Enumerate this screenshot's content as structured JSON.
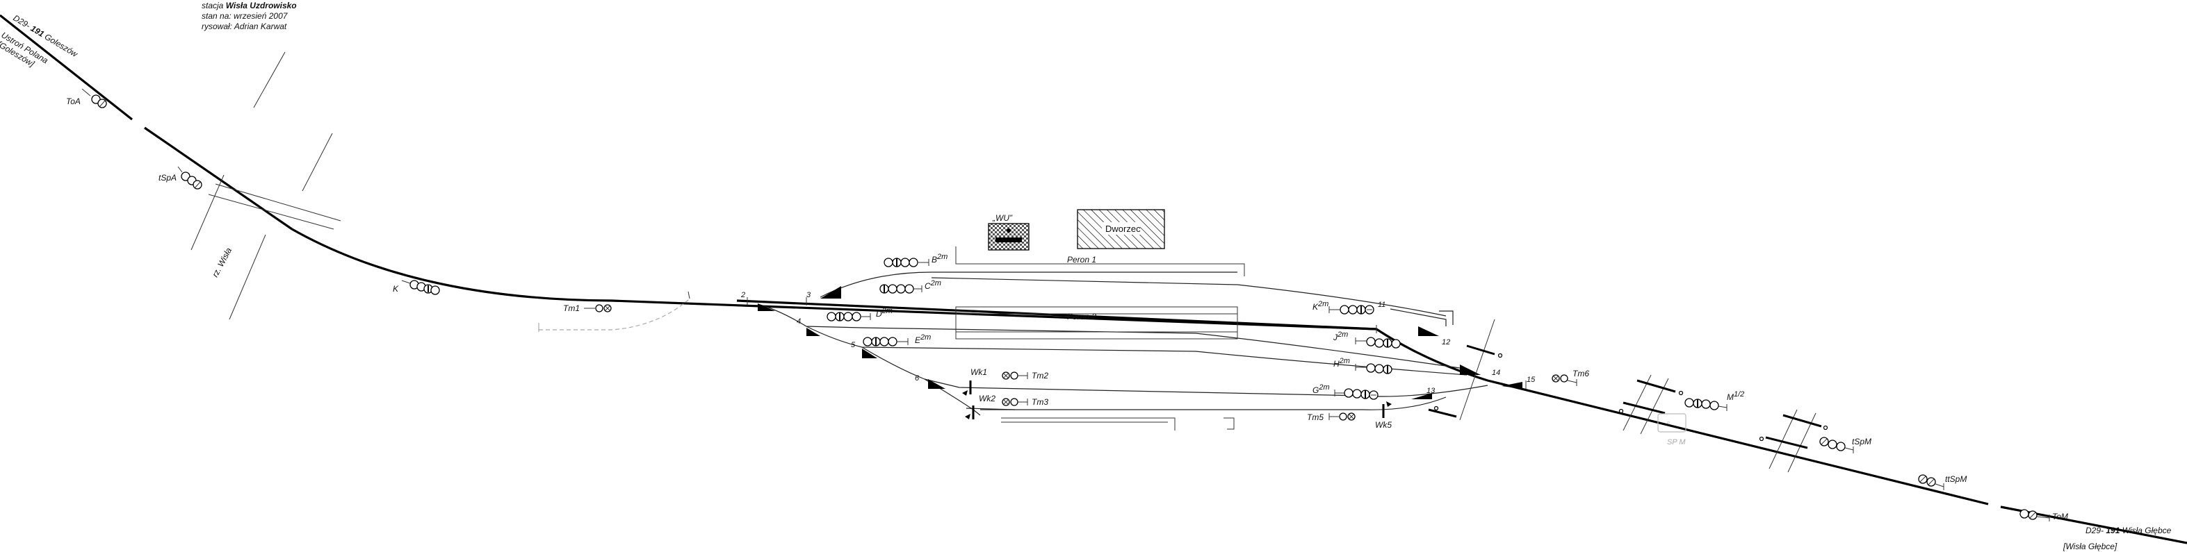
{
  "header": {
    "station_prefix": "stacja",
    "station_name": "Wisła Uzdrowisko",
    "state": "stan na: wrzesień 2007",
    "author": "rysował: Adrian Karwat"
  },
  "line_left": {
    "code": "D29-",
    "number": "191",
    "name": "Goleszów",
    "sub1": "Ustroń Polana",
    "sub2": "[Goleszów]"
  },
  "line_right": {
    "code": "D29-",
    "number": "191",
    "name": "Wisła Głębce",
    "sub": "[Wisła Głębce]"
  },
  "river": "rz. Wisła",
  "buildings": {
    "box_label": "„WU”",
    "station_label": "Dworzec"
  },
  "platforms": {
    "p1": "Peron 1",
    "p2": "Peron 2"
  },
  "signals": {
    "toa": "ToA",
    "tspa": "tSpA",
    "k": "K",
    "k_sup": "",
    "tm1": "Tm1",
    "b": "B",
    "b_sup": "2m",
    "c": "C",
    "c_sup": "2m",
    "d": "D",
    "d_sup": "2m",
    "e": "E",
    "e_sup": "2m",
    "tm2": "Tm2",
    "tm3": "Tm3",
    "wk1": "Wk1",
    "wk2": "Wk2",
    "kk": "K",
    "kk_sup": "2m",
    "j": "J",
    "j_sup": "2m",
    "h": "H",
    "h_sup": "2m",
    "g": "G",
    "g_sup": "2m",
    "tm5": "Tm5",
    "wk5": "Wk5",
    "tm6": "Tm6",
    "m": "M",
    "m_sup": "1/2",
    "tspm": "tSpM",
    "ttspm": "ttSpM",
    "tom": "ToM",
    "spm": "SP M"
  },
  "switches": {
    "s2": "2",
    "s3": "3",
    "s4": "4",
    "s5": "5",
    "s6": "6",
    "s11": "11",
    "s12": "12",
    "s13": "13",
    "s14": "14",
    "s15": "15"
  },
  "colors": {
    "track": "#000000",
    "inactive": "#aaaaaa"
  }
}
